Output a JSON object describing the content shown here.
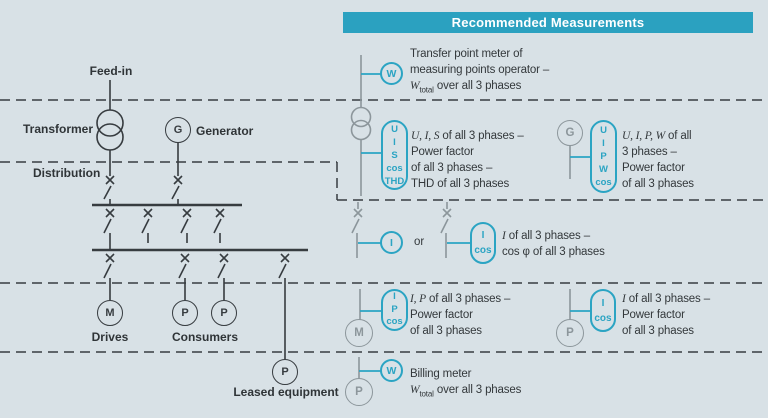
{
  "colors": {
    "background": "#d8e1e6",
    "accent_teal": "#2ba4c3",
    "symbol_gray": "#8c969b",
    "line_dark": "#373c40"
  },
  "header": {
    "title": "Recommended Measurements"
  },
  "diagram": {
    "feed_in_label": "Feed-in",
    "transformer_label": "Transformer",
    "generator_label": "Generator",
    "generator_letter": "G",
    "distribution_label": "Distribution",
    "drives_label": "Drives",
    "drives_letter": "M",
    "consumers_label": "Consumers",
    "consumer_letters": [
      "P",
      "P"
    ],
    "leased_label": "Leased equipment",
    "leased_letter": "P"
  },
  "measurements": {
    "transfer_point": {
      "meter_letter": "W",
      "description": [
        "Transfer point meter of",
        "measuring points operator –",
        "*W*_total_ over all 3 phases"
      ]
    },
    "transformer_feed": {
      "device_labels": [
        "U",
        "I",
        "S",
        "cos",
        "THD"
      ],
      "description": [
        "*U, I, S* of all 3 phases –",
        "Power factor",
        "of all 3 phases –",
        "THD of all 3 phases"
      ]
    },
    "generator_feed": {
      "source_letter": "G",
      "device_labels": [
        "U",
        "I",
        "P",
        "W",
        "cos"
      ],
      "description": [
        "*U, I, P, W* of all",
        "3 phases –",
        "Power factor",
        "of all 3 phases"
      ]
    },
    "outgoing_feeder": {
      "meter_letter": "I",
      "or_label": "or",
      "device_labels": [
        "I",
        "cos"
      ],
      "description": [
        "*I* of all 3 phases –",
        "cos φ of all 3 phases"
      ]
    },
    "drives_load": {
      "source_letter": "M",
      "device_labels": [
        "I",
        "P",
        "cos"
      ],
      "description": [
        "*I, P* of all 3 phases –",
        "Power factor",
        "of all 3 phases"
      ]
    },
    "consumers_load": {
      "source_letter": "P",
      "device_labels": [
        "I",
        "cos"
      ],
      "description": [
        "*I* of all 3 phases –",
        "Power factor",
        "of all 3 phases"
      ]
    },
    "billing": {
      "source_letter": "P",
      "meter_letter": "W",
      "description": [
        "Billing meter",
        "*W*_total_ over all 3 phases"
      ]
    }
  }
}
